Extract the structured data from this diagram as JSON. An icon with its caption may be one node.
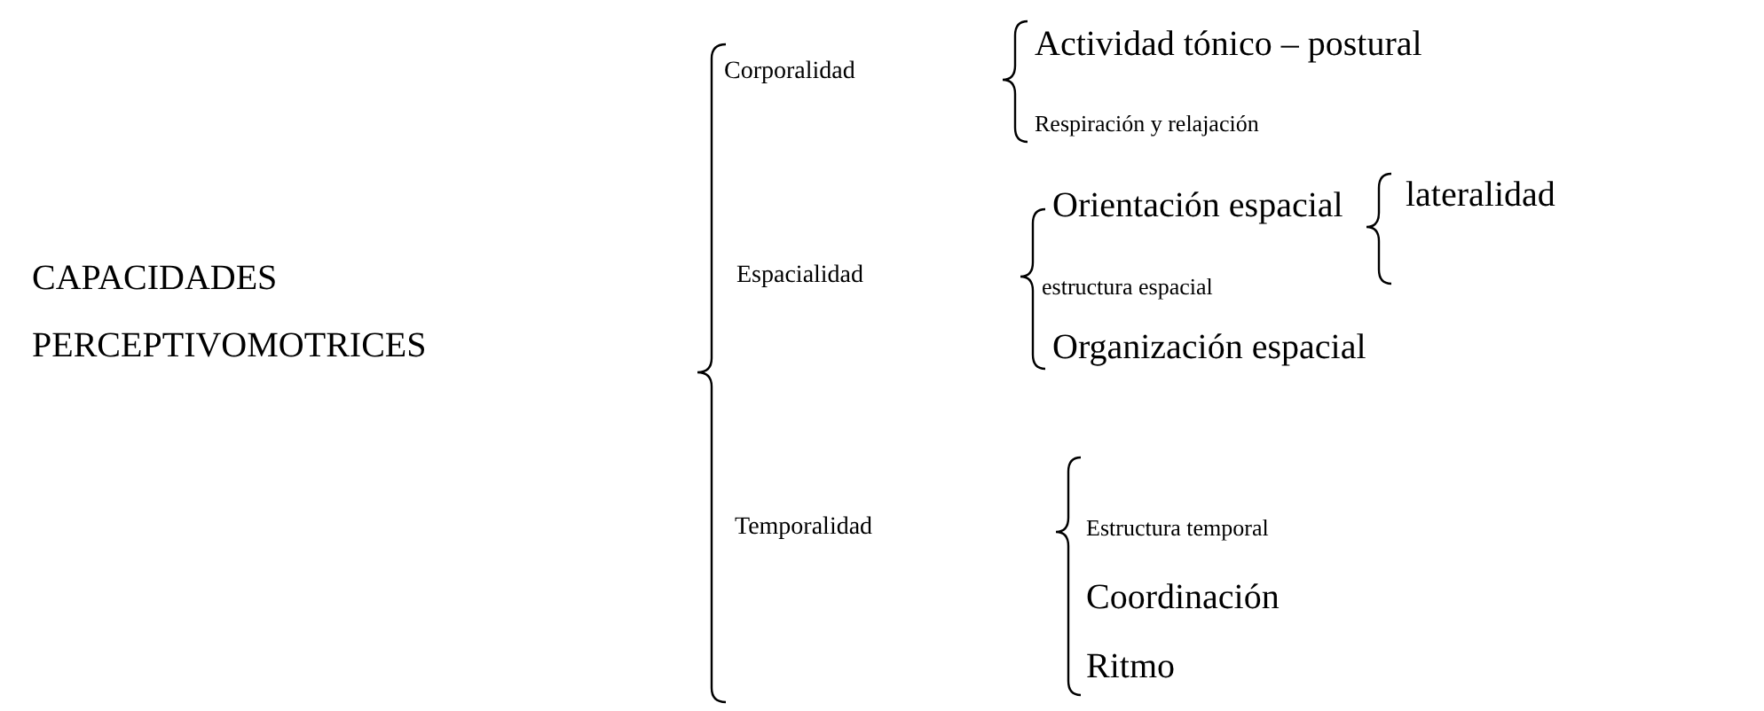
{
  "diagram": {
    "labels": [
      "CAPACIDADES PERCEPTIVOMOTRICES",
      "Corporalidad",
      "Actividad tónico – postural",
      "Respiración y relajación",
      "Espacialidad",
      "Orientación espacial",
      "lateralidad",
      "estructura espacial",
      "Organización espacial",
      "Temporalidad",
      "Estructura temporal",
      "Coordinación",
      "Ritmo"
    ]
  }
}
